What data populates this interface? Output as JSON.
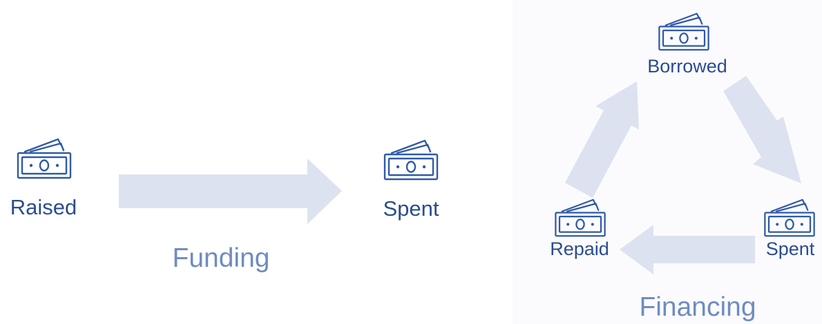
{
  "colors": {
    "label": "#2a4d8f",
    "title": "#6f8cc0",
    "arrow": "#dce2ef",
    "icon_stroke": "#2f5aa6",
    "panel_background": "#fbfbfd"
  },
  "icons": [
    "money-icon",
    "money-icon",
    "money-icon",
    "money-icon",
    "money-icon"
  ],
  "funding": {
    "title": "Funding",
    "nodes": [
      {
        "label": "Raised"
      },
      {
        "label": "Spent"
      }
    ]
  },
  "financing": {
    "title": "Financing",
    "nodes": [
      {
        "label": "Borrowed"
      },
      {
        "label": "Spent"
      },
      {
        "label": "Repaid"
      }
    ]
  }
}
